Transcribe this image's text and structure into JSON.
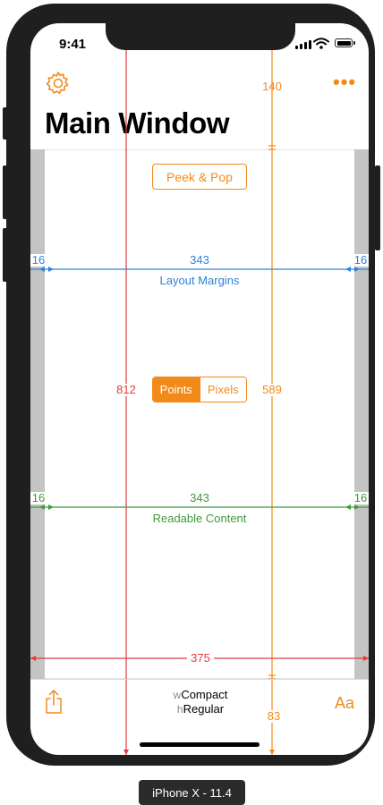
{
  "status_bar": {
    "time": "9:41"
  },
  "nav": {
    "title": "Main Window",
    "more_label": "•••",
    "gear_icon": "gear-icon"
  },
  "peek_pop_label": "Peek & Pop",
  "segmented": {
    "points_label": "Points",
    "pixels_label": "Pixels",
    "selected": "Points"
  },
  "measurements": {
    "safe_top": "140",
    "layout_margin_left": "16",
    "layout_margin_width": "343",
    "layout_margin_right": "16",
    "layout_margins_caption": "Layout Margins",
    "screen_height": "812",
    "safe_height": "589",
    "readable_left": "16",
    "readable_width": "343",
    "readable_right": "16",
    "readable_caption": "Readable Content",
    "screen_width": "375",
    "safe_bottom": "83"
  },
  "toolbar": {
    "width_prefix": "w",
    "width_class": "Compact",
    "height_prefix": "h",
    "height_class": "Regular",
    "aa_label": "Aa",
    "share_icon": "share-icon"
  },
  "device_label": "iPhone X - 11.4",
  "colors": {
    "accent": "#f28a1a",
    "layout_margins": "#2d83d8",
    "readable_content": "#3f9a3a",
    "screen_bounds": "#e53b3b"
  }
}
